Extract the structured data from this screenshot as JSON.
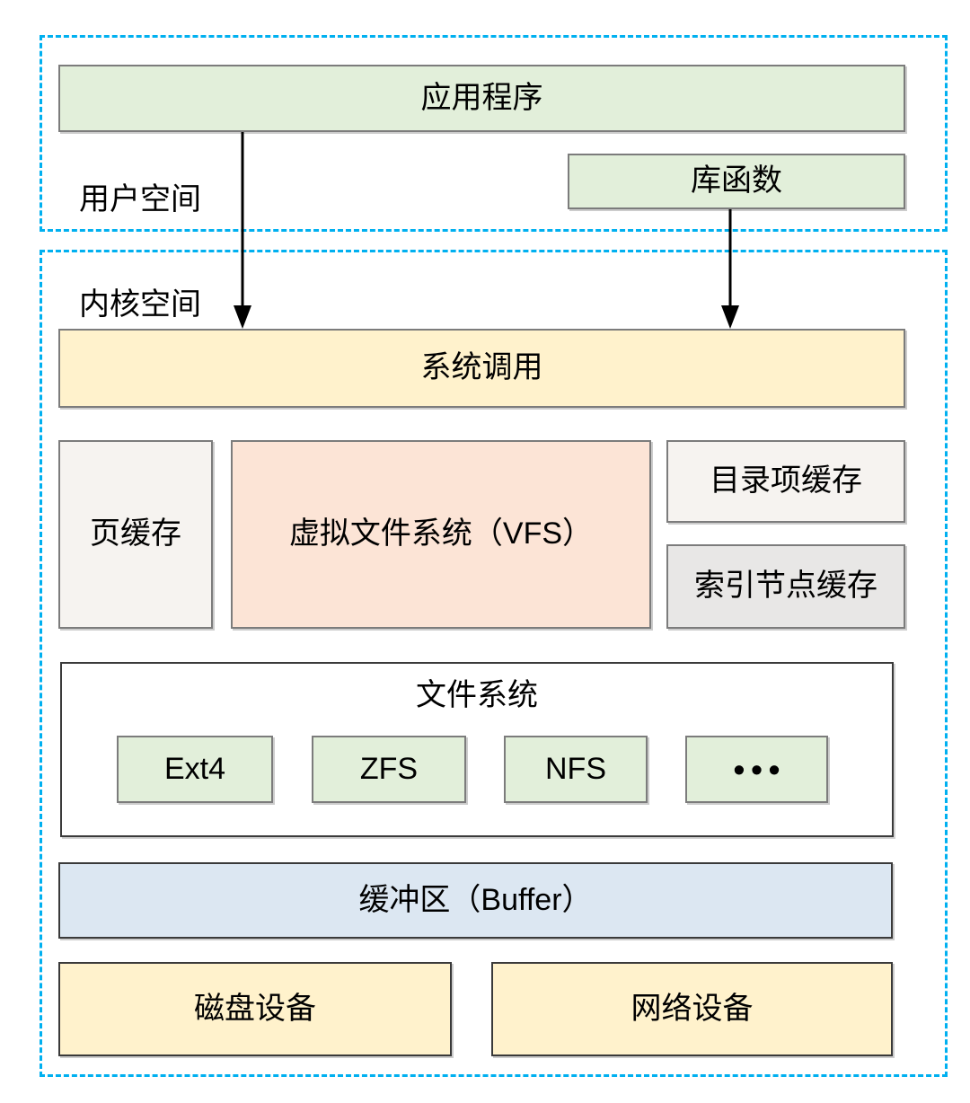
{
  "regions": {
    "user_space": {
      "label": "用户空间"
    },
    "kernel_space": {
      "label": "内核空间"
    }
  },
  "boxes": {
    "application": "应用程序",
    "library": "库函数",
    "syscall": "系统调用",
    "page_cache": "页缓存",
    "vfs": "虚拟文件系统（VFS）",
    "dentry_cache": "目录项缓存",
    "inode_cache": "索引节点缓存",
    "file_system": "文件系统",
    "fs_types": [
      "Ext4",
      "ZFS",
      "NFS",
      "•••"
    ],
    "buffer": "缓冲区（Buffer）",
    "disk_device": "磁盘设备",
    "network_device": "网络设备"
  },
  "colors": {
    "region_dashed_border": "#00B0F0",
    "green_fill": "#E2EFDA",
    "yellow_fill": "#FFF2CC",
    "peach_fill": "#FCE4D6",
    "offwhite_fill": "#F6F3F0",
    "gray_fill": "#E8E7E6",
    "blue_fill": "#DCE7F2",
    "arrow": "#000000"
  }
}
